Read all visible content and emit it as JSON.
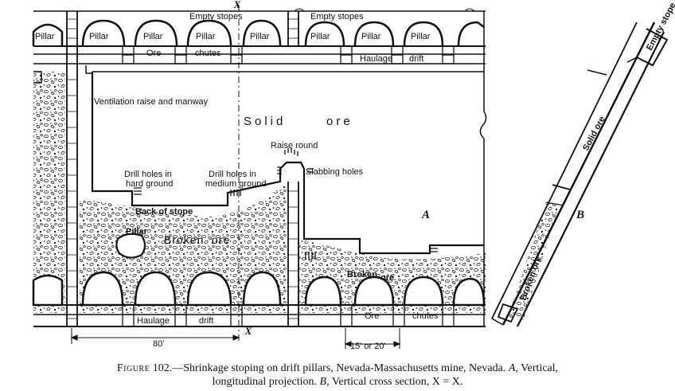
{
  "section_x_label": "X",
  "labels": {
    "empty_stopes": "Empty stopes",
    "pillar": "Pillar",
    "ore": "Ore",
    "chutes": "chutes",
    "haulage": "Haulage",
    "drift": "drift",
    "ventilation_raise": "Ventilation raise and manway",
    "solid": "Solid",
    "ore_word": "ore",
    "raise_round": "Raise round",
    "slabbing_holes": "Slabbing holes",
    "drill_hard_1": "Drill holes in",
    "drill_hard_2": "hard ground",
    "drill_medium_1": "Drill holes in",
    "drill_medium_2": "medium ground",
    "back_of_stope": "Back of stope",
    "broken": "Broken",
    "broken_ore_word": "ore",
    "broken_small": "Broken",
    "ore_small": "ore",
    "dim_80": "80'",
    "dim_15": "15' or 20'",
    "label_a": "A",
    "label_b": "B",
    "cross_empty_stope": "Empty stope",
    "cross_solid_ore": "Solid ore",
    "cross_broken_ore": "Broken ore"
  },
  "caption": {
    "figure_label": "Figure",
    "line1_rest": "102.—Shrinkage stoping on drift pillars, Nevada-Massachusetts mine, Nevada.",
    "line1_a": "A,",
    "line1_a_text": "Vertical,",
    "line2_text": "longitudinal projection.",
    "line2_b": "B,",
    "line2_b_text": "Vertical cross section, X = X."
  }
}
